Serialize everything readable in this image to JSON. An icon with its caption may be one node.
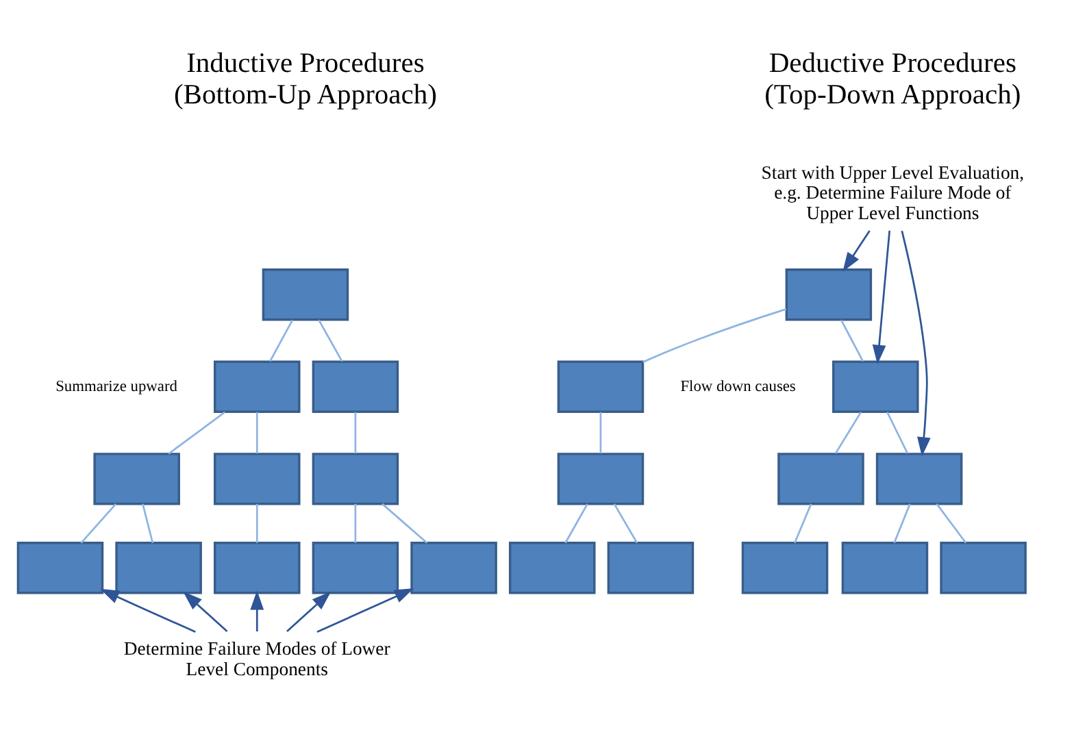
{
  "diagram": {
    "nodes": [
      {
        "text": [],
        "shape": "box"
      },
      {
        "text": [],
        "shape": "box"
      },
      {
        "text": [],
        "shape": "box"
      },
      {
        "text": [],
        "shape": "box"
      },
      {
        "text": [],
        "shape": "box"
      },
      {
        "text": [],
        "shape": "box"
      },
      {
        "text": [],
        "shape": "box"
      },
      {
        "text": [],
        "shape": "box"
      },
      {
        "text": [],
        "shape": "box"
      },
      {
        "text": [],
        "shape": "box"
      },
      {
        "text": [],
        "shape": "box"
      },
      {
        "text": [
          "Determine Failure Modes of Lower Level Components"
        ]
      },
      {
        "text": [
          "Start with Upper Level Evaluation, e.g. Determine Failure Mode of Upper Level Functions"
        ]
      },
      {
        "text": [],
        "shape": "box"
      },
      {
        "text": [],
        "shape": "box"
      },
      {
        "text": [],
        "shape": "box"
      },
      {
        "text": [],
        "shape": "box"
      },
      {
        "text": [],
        "shape": "box"
      },
      {
        "text": [],
        "shape": "box"
      },
      {
        "text": [],
        "shape": "box"
      },
      {
        "text": [],
        "shape": "box"
      },
      {
        "text": [],
        "shape": "box"
      },
      {
        "text": [],
        "shape": "box"
      },
      {
        "text": [],
        "shape": "box"
      }
    ],
    "edges": [
      {
        "from": 0,
        "to": 1,
        "arrow": "none"
      },
      {
        "from": 0,
        "to": 2,
        "arrow": "none"
      },
      {
        "from": 1,
        "to": 3,
        "arrow": "none"
      },
      {
        "from": 1,
        "to": 4,
        "arrow": "none"
      },
      {
        "from": 2,
        "to": 5,
        "arrow": "none"
      },
      {
        "from": 3,
        "to": 6,
        "arrow": "none"
      },
      {
        "from": 3,
        "to": 7,
        "arrow": "none"
      },
      {
        "from": 4,
        "to": 8,
        "arrow": "none"
      },
      {
        "from": 5,
        "to": 9,
        "arrow": "none"
      },
      {
        "from": 5,
        "to": 10,
        "arrow": "none"
      },
      {
        "from": 11,
        "to": 6,
        "arrow": "to",
        "color": "#2f5597"
      },
      {
        "from": 11,
        "to": 7,
        "arrow": "to",
        "color": "#2f5597"
      },
      {
        "from": 11,
        "to": 8,
        "arrow": "to",
        "color": "#2f5597"
      },
      {
        "from": 11,
        "to": 9,
        "arrow": "to",
        "color": "#2f5597"
      },
      {
        "from": 11,
        "to": 10,
        "arrow": "to",
        "color": "#2f5597"
      },
      {
        "from": 12,
        "to": 13,
        "arrow": "to",
        "color": "#2f5597"
      },
      {
        "from": 12,
        "to": 15,
        "arrow": "to",
        "color": "#2f5597"
      },
      {
        "from": 12,
        "to": 17,
        "arrow": "to",
        "color": "#2f5597"
      },
      {
        "from": 13,
        "to": 14,
        "arrow": "none"
      },
      {
        "from": 13,
        "to": 15,
        "arrow": "none"
      },
      {
        "from": 14,
        "to": 16,
        "arrow": "none"
      },
      {
        "from": 15,
        "to": 17,
        "arrow": "none"
      },
      {
        "from": 15,
        "to": 18,
        "arrow": "none"
      },
      {
        "from": 16,
        "to": 19,
        "arrow": "none"
      },
      {
        "from": 16,
        "to": 20,
        "arrow": "none"
      },
      {
        "from": 17,
        "to": 21,
        "arrow": "none"
      },
      {
        "from": 17,
        "to": 22,
        "arrow": "none"
      },
      {
        "from": 18,
        "to": 23,
        "arrow": "none"
      }
    ],
    "labels": [
      "Inductive Procedures (Bottom-Up Approach)",
      "Deductive Procedures (Top-Down Approach)",
      "Summarize upward",
      "Flow down causes"
    ]
  }
}
